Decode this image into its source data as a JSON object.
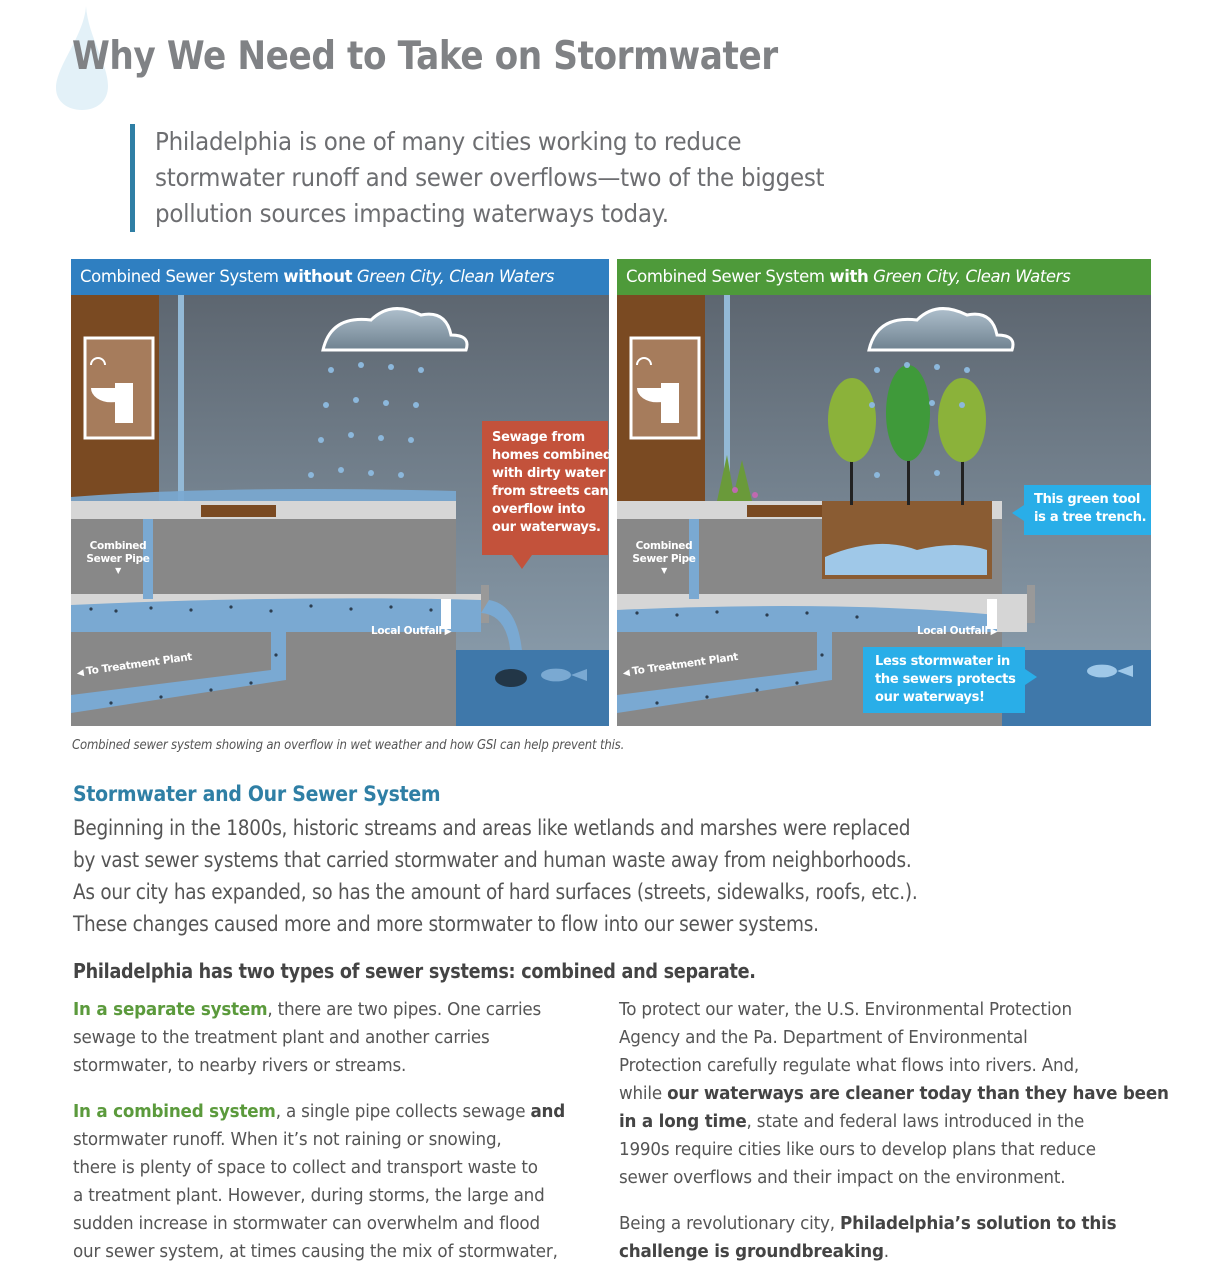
{
  "page": {
    "title": "Why We Need to Take on Stormwater",
    "lede_lines": [
      "Philadelphia is one of many cities working to reduce",
      "stormwater runoff and sewer overflows—two of the biggest",
      "pollution sources impacting waterways today."
    ],
    "accent_color": "#2f7fa5"
  },
  "figure": {
    "left_panel": {
      "header_prefix": "Combined Sewer System ",
      "header_bold": "without",
      "header_italic": " Green City, Clean Waters",
      "header_color": "#2f7fc1",
      "callout_lines": [
        "Sewage from",
        "homes combined",
        "with dirty water",
        "from streets can",
        "overflow into",
        "our waterways."
      ],
      "callout_color": "#c3523b",
      "label_pipe_lines": [
        "Combined",
        "Sewer Pipe"
      ],
      "label_outfall": "Local Outfall",
      "label_plant": "To Treatment Plant"
    },
    "right_panel": {
      "header_prefix": "Combined Sewer System ",
      "header_bold": "with",
      "header_italic": " Green City, Clean Waters",
      "header_color": "#4e9a3a",
      "callout_top_lines": [
        "This green tool",
        "is a tree trench."
      ],
      "callout_bottom_lines": [
        "Less stormwater in",
        "the sewers protects",
        "our waterways!"
      ],
      "callout_color": "#29aee8",
      "label_pipe_lines": [
        "Combined",
        "Sewer Pipe"
      ],
      "label_outfall": "Local Outfall",
      "label_plant": "To Treatment Plant"
    },
    "caption": "Combined sewer system showing an overflow in wet weather and how GSI can help prevent this."
  },
  "section": {
    "title": "Stormwater and Our Sewer System",
    "intro_lines": [
      "Beginning in the 1800s, historic streams and areas like wetlands and marshes were replaced",
      "by vast sewer systems that carried stormwater and human waste away from neighborhoods.",
      "As our city has expanded, so has the amount of hard surfaces (streets, sidewalks, roofs, etc.).",
      "These changes caused more and more stormwater to flow into our sewer systems."
    ],
    "subhead": "Philadelphia has two types of sewer systems: combined and separate.",
    "col1": {
      "p1": {
        "lead": "In a separate system",
        "l1_rest": ", there are two pipes. One carries",
        "l2": "sewage to the treatment plant and another carries",
        "l3": "stormwater, to nearby rivers or streams."
      },
      "p2": {
        "lead": "In a combined system",
        "l1_mid": ", a single pipe collects sewage ",
        "l1_bold": "and",
        "l2": "stormwater runoff. When it’s not raining or snowing,",
        "l3": "there is plenty of space to collect and transport waste to",
        "l4": "a treatment plant. However, during storms, the large and",
        "l5": "sudden increase in stormwater can overwhelm and flood",
        "l6": "our sewer system, at times causing the mix of stormwater,"
      }
    },
    "col2": {
      "p1": {
        "l1": "To protect our water, the U.S. Environmental Protection",
        "l2": "Agency and the Pa. Department of Environmental",
        "l3": "Protection carefully regulate what flows into rivers. And,",
        "l4_pre": "while ",
        "l4_bold": "our waterways are cleaner today than they have been",
        "l5_bold": "in a long time",
        "l5_rest": ", state and federal laws introduced in the",
        "l6": "1990s require cities like ours to develop plans that reduce",
        "l7": "sewer overflows and their impact on the environment."
      },
      "p2": {
        "l1_pre": "Being a revolutionary city, ",
        "l1_bold": "Philadelphia’s solution to this",
        "l2_bold": "challenge is groundbreaking",
        "l2_end": "."
      }
    }
  }
}
